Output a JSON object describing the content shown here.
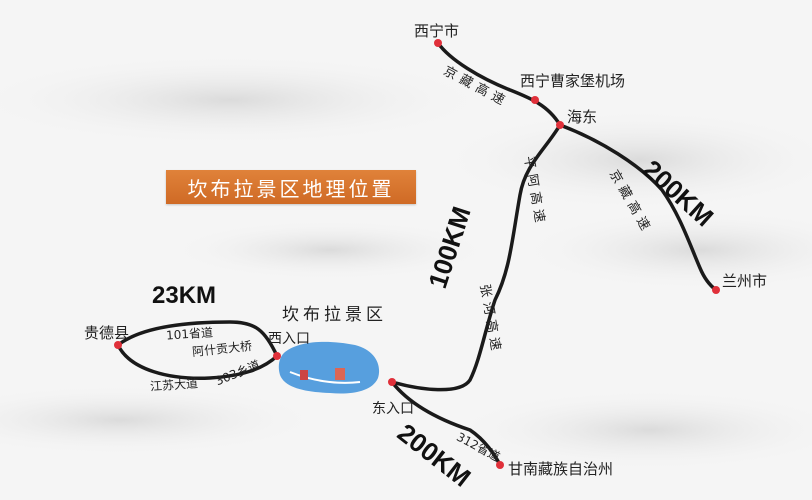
{
  "title": "坎布拉景区地理位置",
  "scenic_area": "坎布拉景区",
  "cities": {
    "xining": "西宁市",
    "airport": "西宁曹家堡机场",
    "haidong": "海东",
    "lanzhou": "兰州市",
    "guide": "贵德县",
    "gannan": "甘南藏族自治州",
    "west_entrance": "西入口",
    "east_entrance": "东入口"
  },
  "roads": {
    "jingzang_top": "京藏高速",
    "jingzang_right": "京藏高速",
    "pingA": "平阿高速",
    "zhangHe": "张河高速",
    "road101": "101省道",
    "ashigong": "阿什贡大桥",
    "jiangsu": "江苏大道",
    "road303": "303乡道",
    "road312": "312省道"
  },
  "distances": {
    "d100": "100KM",
    "d200_right": "200KM",
    "d200_bottom": "200KM",
    "d23": "23KM"
  },
  "colors": {
    "road": "#1a1a1a",
    "marker": "#e0303a",
    "title_bg": "#d8742e",
    "lake": "#3b8fd9"
  }
}
